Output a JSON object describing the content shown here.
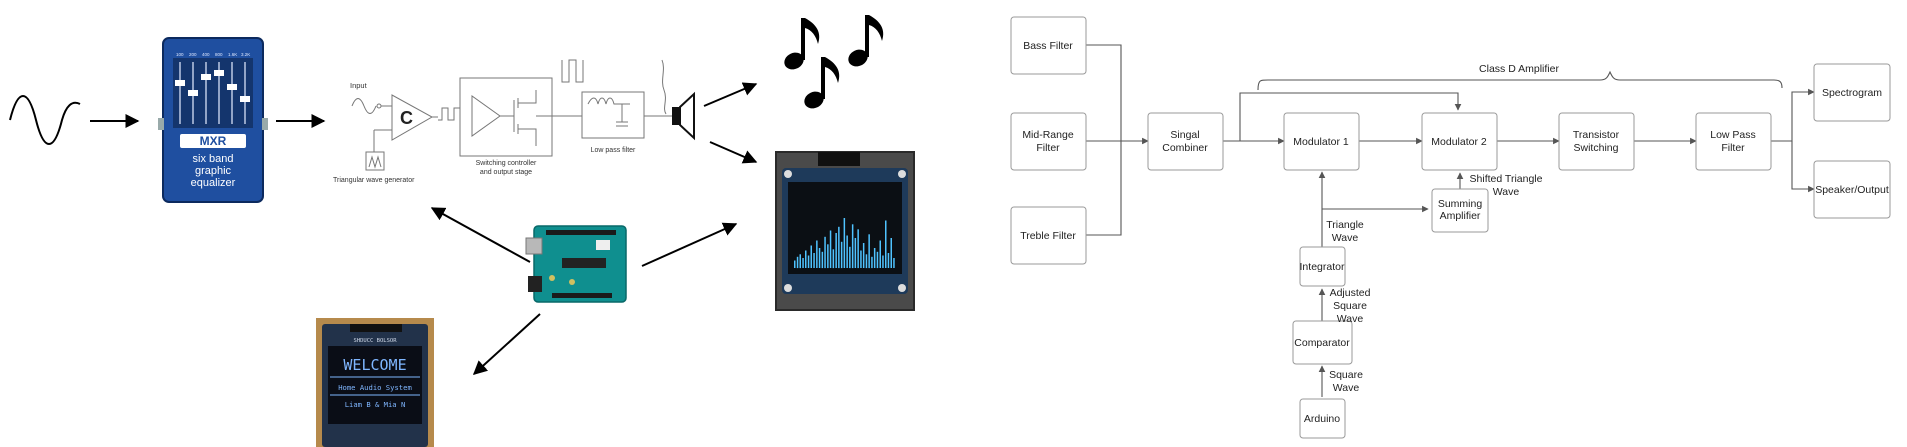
{
  "pedal": {
    "brand": "MXR",
    "text": [
      "six band",
      "graphic",
      "equalizer"
    ],
    "bands": [
      "100",
      "200",
      "400",
      "800",
      "1.6K",
      "3.2K"
    ],
    "color": "#1f4fa0"
  },
  "classd_sketch": {
    "input_label": "Input",
    "comparator_letter": "C",
    "triangle_label": "Triangular wave generator",
    "switch_label_1": "Switching controller",
    "switch_label_2": "and output stage",
    "lowpass_label": "Low pass filter"
  },
  "oled_welcome": {
    "header": "SHDUCC BOLSOR",
    "title": "WELCOME",
    "line1": "Home Audio System",
    "line2": "Liam B & Mia N",
    "text_color": "#7fb6ff"
  },
  "spectrum_bars": [
    6,
    9,
    11,
    8,
    14,
    10,
    18,
    12,
    22,
    16,
    13,
    25,
    19,
    30,
    15,
    28,
    33,
    21,
    40,
    26,
    17,
    35,
    24,
    31,
    14,
    20,
    11,
    27,
    9,
    16,
    13,
    22,
    10,
    38,
    12,
    24,
    8
  ],
  "block_diagram": {
    "bass": "Bass Filter",
    "mid_1": "Mid-Range",
    "mid_2": "Filter",
    "treble": "Treble Filter",
    "combiner_1": "Singal",
    "combiner_2": "Combiner",
    "classd": "Class D Amplifier",
    "mod1": "Modulator 1",
    "mod2": "Modulator 2",
    "transistor_1": "Transistor",
    "transistor_2": "Switching",
    "lowpass_1": "Low Pass",
    "lowpass_2": "Filter",
    "spectrogram": "Spectrogram",
    "speaker": "Speaker/Output",
    "summing_1": "Summing",
    "summing_2": "Amplifier",
    "shifted_1": "Shifted Triangle",
    "shifted_2": "Wave",
    "integrator": "Integrator",
    "triangle_1": "Triangle",
    "triangle_2": "Wave",
    "comparator": "Comparator",
    "adjusted_1": "Adjusted",
    "adjusted_2": "Square",
    "adjusted_3": "Wave",
    "square_1": "Square",
    "square_2": "Wave",
    "arduino": "Arduino"
  }
}
